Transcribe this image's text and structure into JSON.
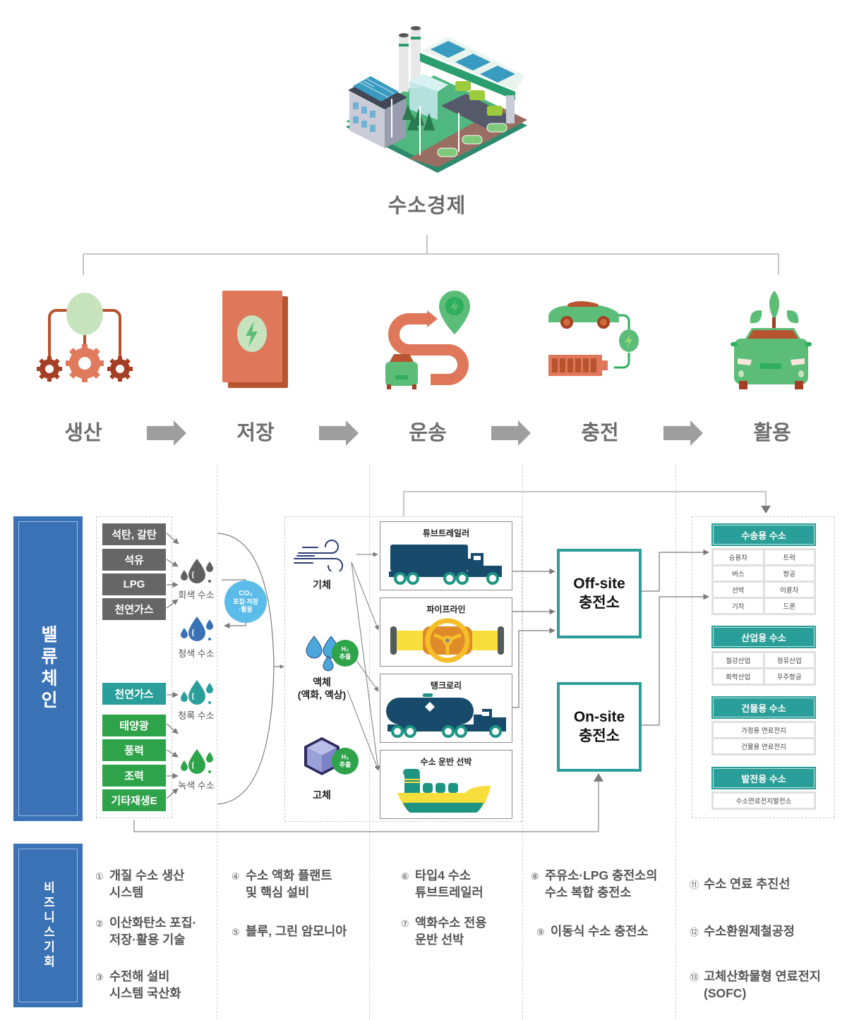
{
  "hero": {
    "title": "수소경제",
    "illustration": "hydrogen-city-isometric"
  },
  "stages": [
    {
      "label": "생산",
      "icon": "production-gears-icon"
    },
    {
      "label": "저장",
      "icon": "storage-battery-icon"
    },
    {
      "label": "운송",
      "icon": "transport-route-icon"
    },
    {
      "label": "충전",
      "icon": "charging-car-icon"
    },
    {
      "label": "활용",
      "icon": "utilization-eco-car-icon"
    }
  ],
  "value_chain": {
    "tab_label": "밸류체인",
    "production": {
      "gray_sources": [
        "석탄, 갈탄",
        "석유",
        "LPG",
        "천연가스"
      ],
      "turquoise_sources": [
        "천연가스"
      ],
      "green_sources": [
        "태양광",
        "풍력",
        "조력",
        "기타재생E"
      ],
      "hydrogen_types": [
        "회색 수소",
        "청색 수소",
        "청록 수소",
        "녹색 수소"
      ],
      "co2_badge": [
        "CO₂",
        "포집·저장",
        "·활용"
      ],
      "colors": {
        "gray": "#666666",
        "turquoise": "#2a9e99",
        "green": "#2fa34a",
        "blue_drop": "#3a72b5",
        "co2": "#5bbce9"
      }
    },
    "storage": {
      "states": [
        {
          "label": "기체",
          "badge": null
        },
        {
          "label": "액체\n(액화, 액상)",
          "badge": [
            "H₂",
            "추출"
          ]
        },
        {
          "label": "고체",
          "badge": [
            "H₂",
            "추출"
          ]
        }
      ]
    },
    "transport": {
      "methods": [
        "튜브트레일러",
        "파이프라인",
        "탱크로리",
        "수소 운반 선박"
      ]
    },
    "charging": {
      "stations": [
        {
          "line1": "Off-site",
          "line2": "충전소"
        },
        {
          "line1": "On-site",
          "line2": "충전소"
        }
      ]
    },
    "utilization": {
      "groups": [
        {
          "header": "수송용 수소",
          "items": [
            "승용차",
            "트럭",
            "버스",
            "항공",
            "선박",
            "이륜차",
            "기차",
            "드론"
          ]
        },
        {
          "header": "산업용 수소",
          "items": [
            "철강산업",
            "정유산업",
            "화학산업",
            "우주항공"
          ]
        },
        {
          "header": "건물용 수소",
          "items": [
            "가정용 연료전지",
            "건물용 연료전지"
          ]
        },
        {
          "header": "발전용 수소",
          "items": [
            "수소연료전지발전소"
          ]
        }
      ]
    }
  },
  "business": {
    "tab_label": "비즈니스기회",
    "columns": [
      [
        {
          "num": "①",
          "lines": [
            "개질 수소 생산",
            "시스템"
          ]
        },
        {
          "num": "②",
          "lines": [
            "이산화탄소 포집·",
            "저장·활용 기술"
          ]
        },
        {
          "num": "③",
          "lines": [
            "수전해 설비",
            "시스템 국산화"
          ]
        }
      ],
      [
        {
          "num": "④",
          "lines": [
            "수소 액화 플랜트",
            "및 핵심 설비"
          ]
        },
        {
          "num": "⑤",
          "lines": [
            "블루, 그린 암모니아"
          ]
        }
      ],
      [
        {
          "num": "⑥",
          "lines": [
            "타입4 수소",
            "튜브트레일러"
          ]
        },
        {
          "num": "⑦",
          "lines": [
            "액화수소 전용",
            "운반 선박"
          ]
        }
      ],
      [
        {
          "num": "⑧",
          "lines": [
            "주유소·LPG 충전소의",
            "수소 복합 충전소"
          ]
        },
        {
          "num": "⑨",
          "lines": [
            "이동식 수소 충전소"
          ]
        }
      ],
      [
        {
          "num": "⑪",
          "lines": [
            "수소 연료 추진선"
          ]
        },
        {
          "num": "⑫",
          "lines": [
            "수소환원제철공정"
          ]
        },
        {
          "num": "⑬",
          "lines": [
            "고체산화물형 연료전지",
            "(SOFC)"
          ]
        }
      ]
    ]
  }
}
